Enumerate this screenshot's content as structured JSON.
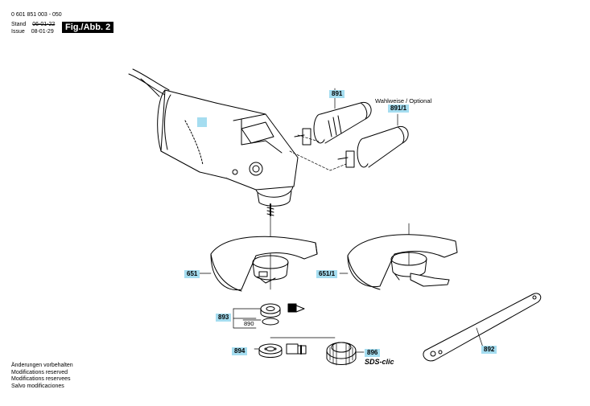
{
  "header": {
    "part_number": "0 601 851 003 - 050",
    "stand_label": "Stand",
    "stand_date": "06-01-22",
    "issue_label": "Issue",
    "issue_date": "08-01-29",
    "figure_label": "Fig./Abb. 2"
  },
  "callouts": {
    "c891": "891",
    "c891_1": "891/1",
    "optional_note": "Wahlweise / Optional",
    "c651": "651",
    "c651_1": "651/1",
    "c893": "893",
    "c890": "890",
    "c894": "894",
    "c896": "896",
    "sds_label": "SDS-clic",
    "c892": "892"
  },
  "footer": {
    "line1": "Änderungen vorbehalten",
    "line2": "Modifications reserved",
    "line3": "Modifications reservees",
    "line4": "Salvo modificaciones"
  }
}
